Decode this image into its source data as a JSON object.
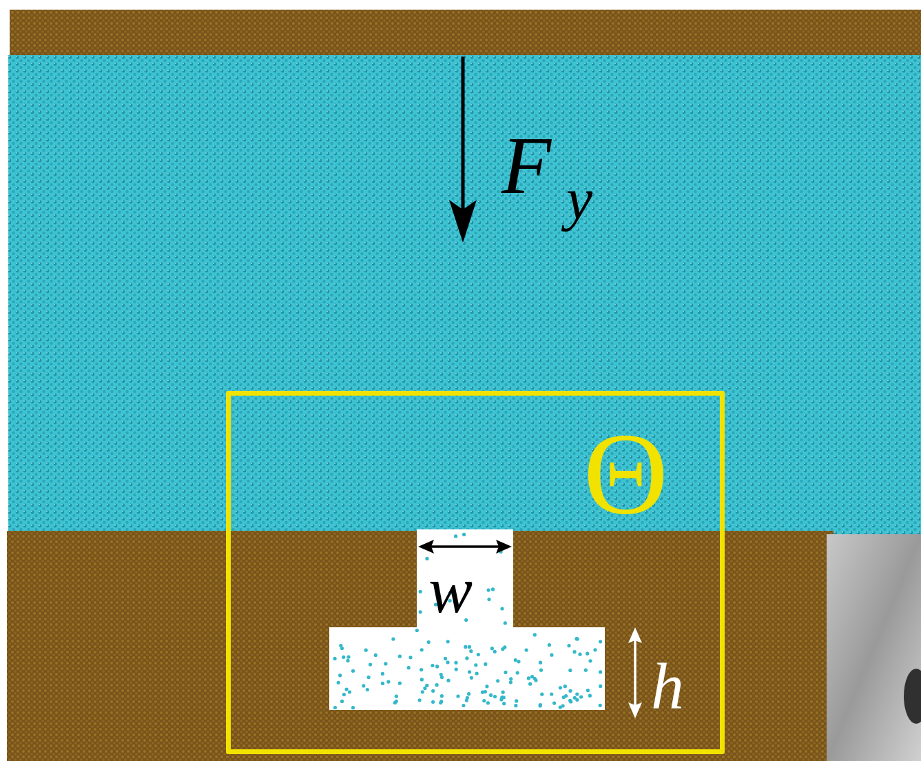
{
  "diagram": {
    "nodes": [
      {
        "text": [
          "Θ"
        ]
      }
    ],
    "labels": [
      "F",
      "y",
      "w",
      "h"
    ]
  }
}
